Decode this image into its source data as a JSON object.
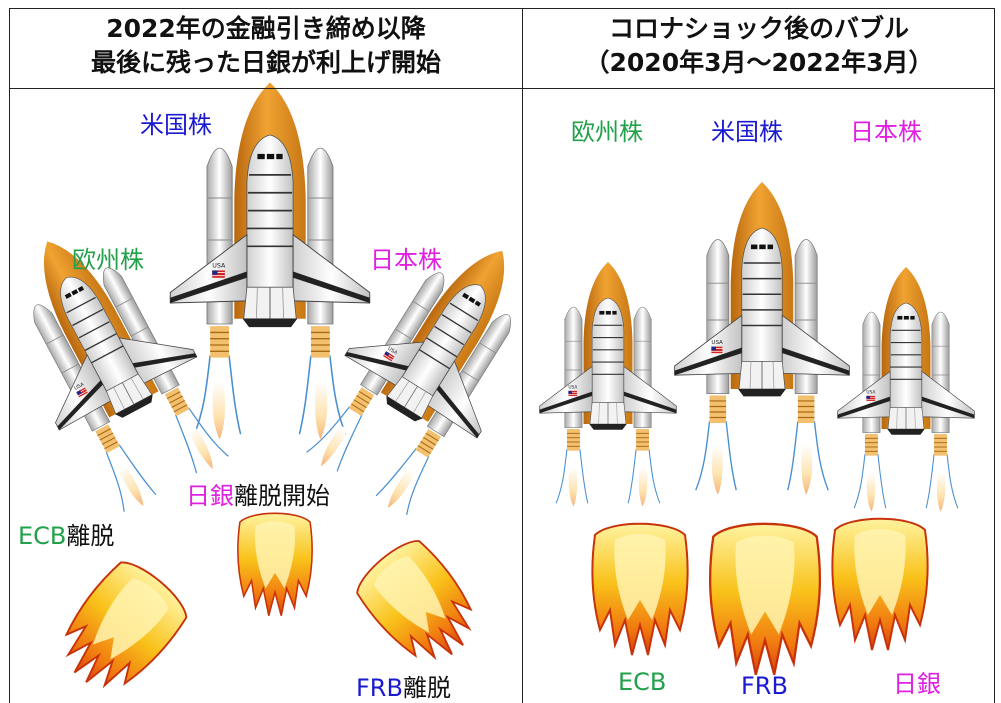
{
  "left_panel": {
    "title_line1": "2022年の金融引き締め以降",
    "title_line2": "最後に残った日銀が利上げ開始",
    "shuttles": [
      {
        "label": "米国株",
        "color": "#1a1ad0"
      },
      {
        "label": "欧州株",
        "color": "#22a04a"
      },
      {
        "label": "日本株",
        "color": "#e020e0"
      }
    ],
    "events": {
      "boj_name": "日銀",
      "boj_text": "離脱開始",
      "ecb_name": "ECB",
      "ecb_text": "離脱",
      "frb_name": "FRB",
      "frb_text": "離脱"
    }
  },
  "right_panel": {
    "title_line1": "コロナショック後のバブル",
    "title_line2": "（2020年3月～2022年3月）",
    "shuttles": [
      {
        "label": "欧州株",
        "color": "#22a04a"
      },
      {
        "label": "米国株",
        "color": "#1a1ad0"
      },
      {
        "label": "日本株",
        "color": "#e020e0"
      }
    ],
    "boosters": [
      {
        "label": "ECB",
        "color": "#22a04a"
      },
      {
        "label": "FRB",
        "color": "#1a1ad0"
      },
      {
        "label": "日銀",
        "color": "#e020e0"
      }
    ]
  },
  "colors": {
    "ecb": "#22a04a",
    "frb": "#1a1ad0",
    "boj": "#e020e0",
    "orange": "#e8921a",
    "flame": "#f7c21a"
  },
  "icons": [
    "space-shuttle-icon",
    "flame-icon",
    "usa-flag-icon"
  ]
}
